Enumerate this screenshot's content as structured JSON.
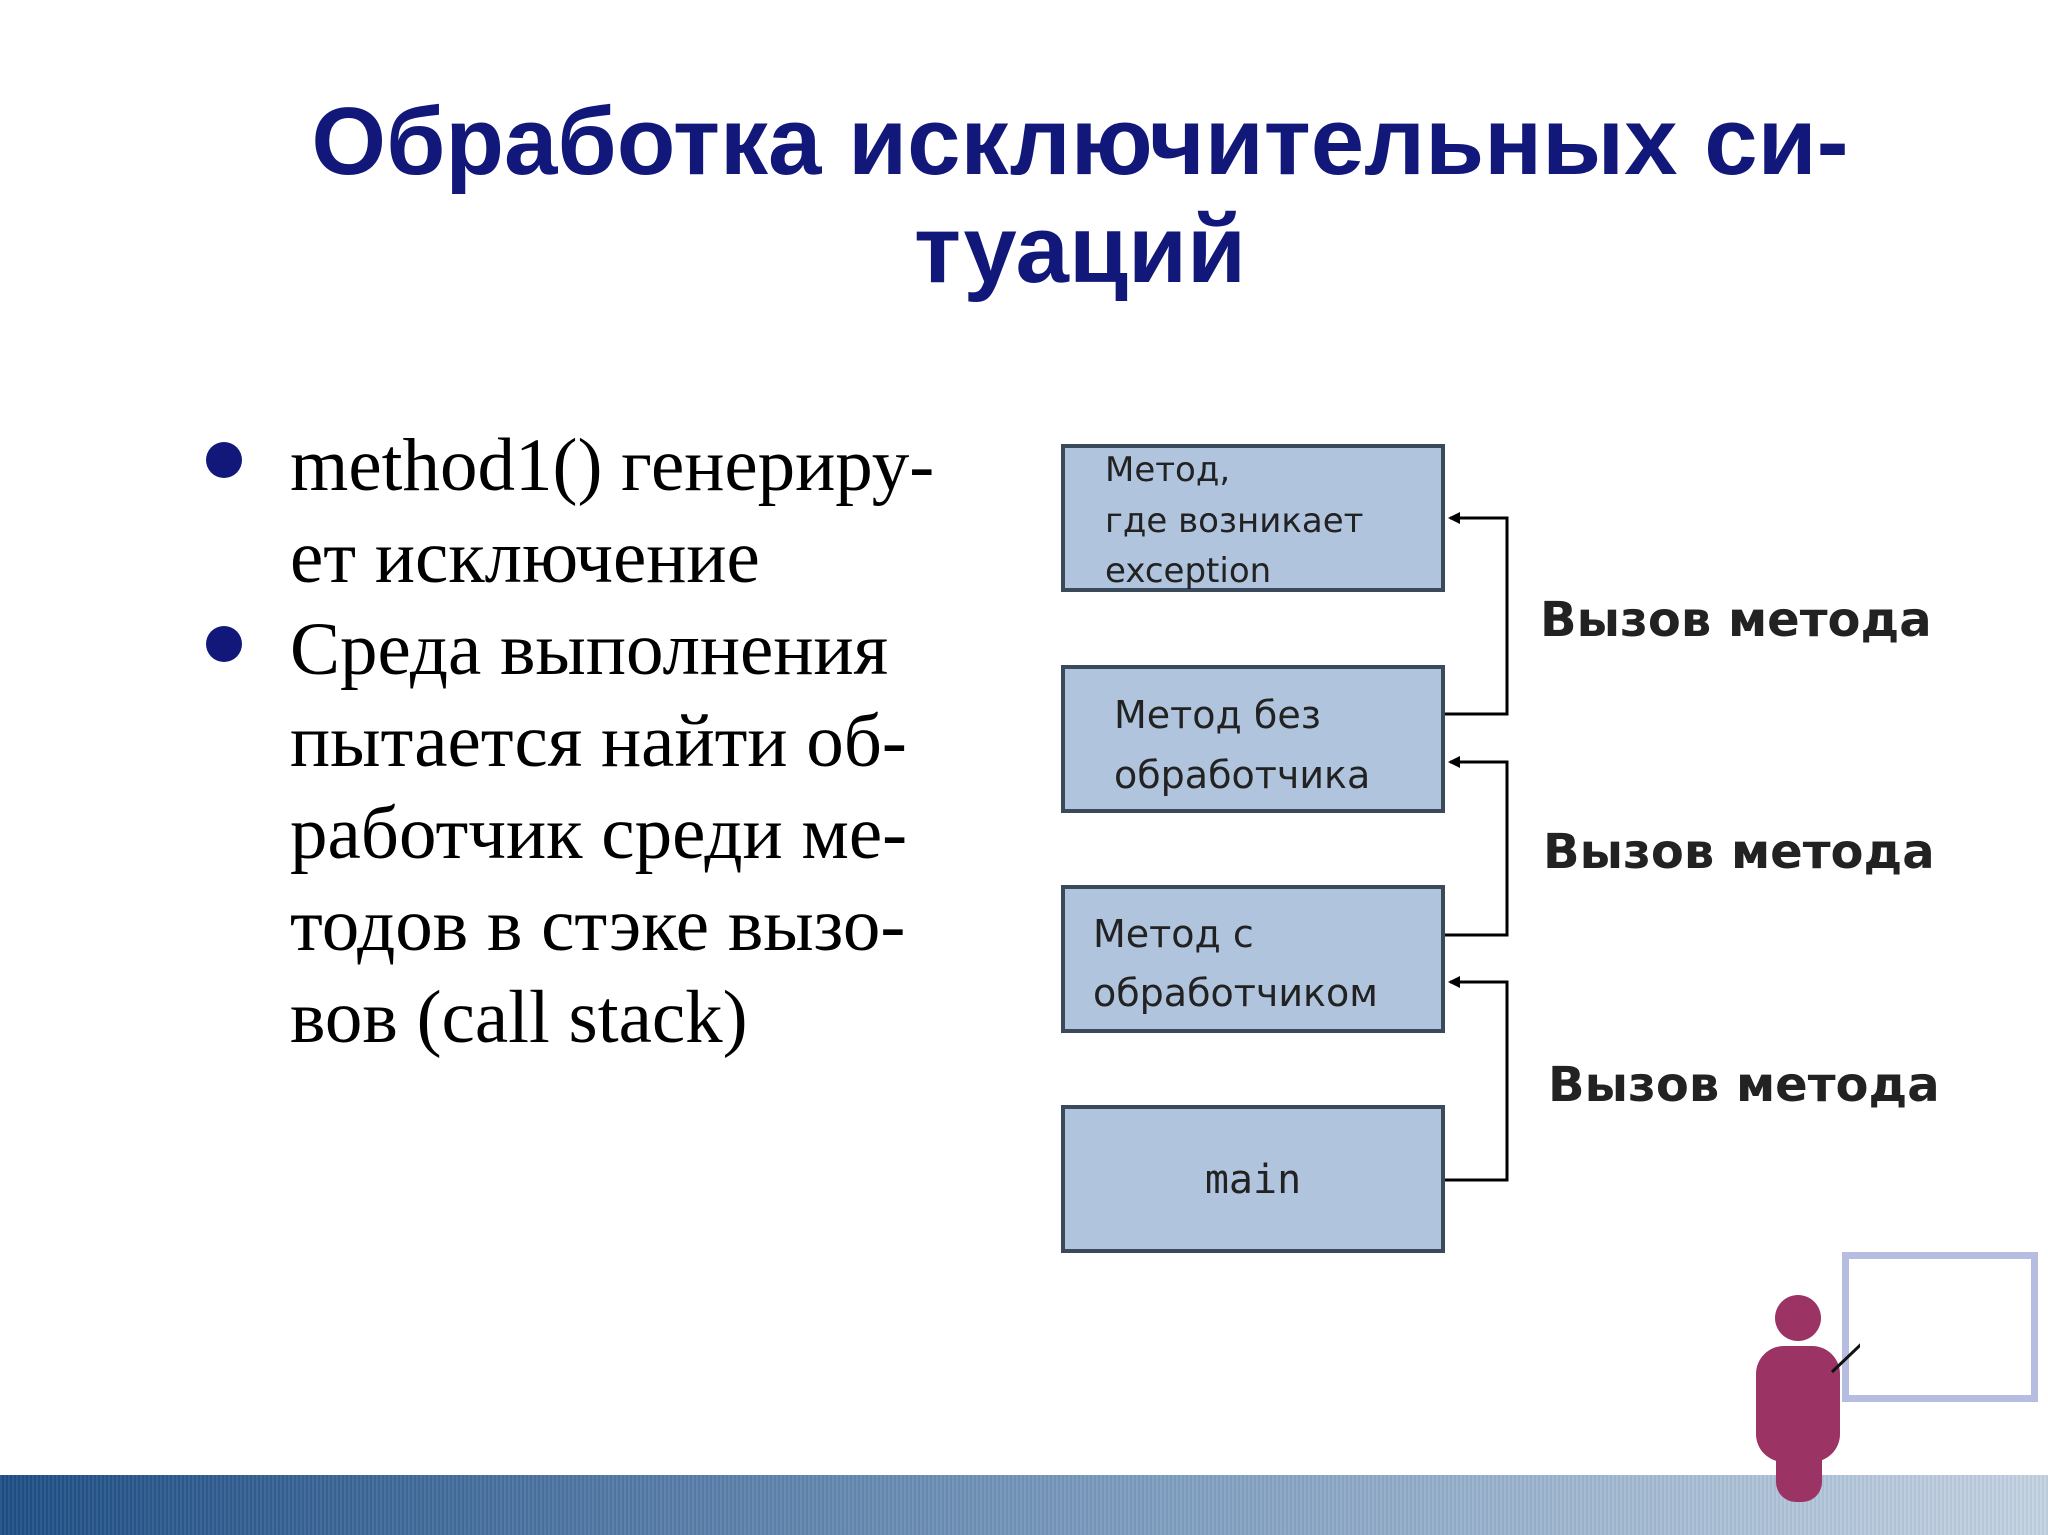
{
  "slide": {
    "title_line1": "Обработка исключительных си-",
    "title_line2": "туаций"
  },
  "bullets": [
    {
      "lines": [
        "method1() генериру-",
        "ет исключение"
      ]
    },
    {
      "lines": [
        "Среда выполнения",
        "пытается найти об-",
        "работчик среди ме-",
        "тодов в стэке вызо-",
        "вов (call stack)"
      ]
    }
  ],
  "diagram": {
    "boxes": [
      {
        "lines": [
          "Метод,",
          "где возникает",
          "exception"
        ]
      },
      {
        "lines": [
          "Метод без",
          "обработчика"
        ]
      },
      {
        "lines": [
          "Метод с",
          "обработчиком"
        ]
      },
      {
        "lines": [
          "main"
        ]
      }
    ],
    "call_labels": [
      "Вызов метода",
      "Вызов метода",
      "Вызов метода"
    ],
    "box_fill": "#b0c4de",
    "box_stroke": "#3a4a5a"
  },
  "colors": {
    "title": "#12187a",
    "bullet": "#12187a",
    "presenter": "#9b3364",
    "frame": "#b6bde0"
  }
}
